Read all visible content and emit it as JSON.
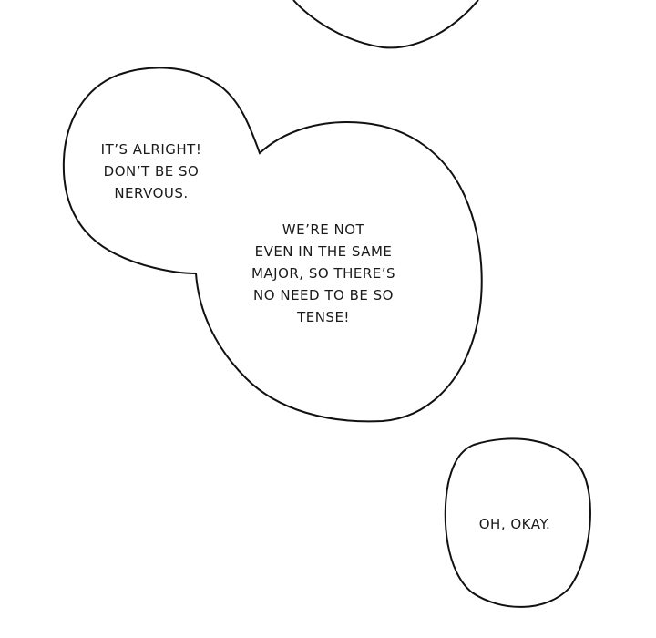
{
  "bubbles": {
    "left": "IT’S ALRIGHT!\nDON’T BE SO\nNERVOUS.",
    "center": "WE’RE NOT\nEVEN IN THE SAME\nMAJOR, SO THERE’S\nNO NEED TO BE SO\nTENSE!",
    "bottom_right": "OH, OKAY."
  }
}
